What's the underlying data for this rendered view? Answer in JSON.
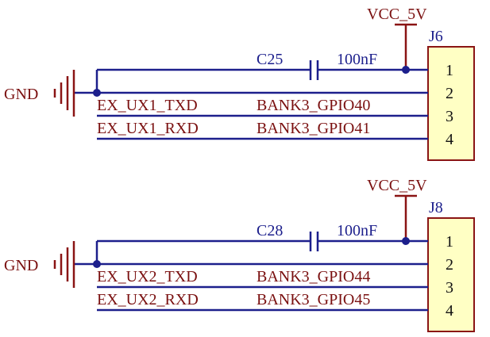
{
  "blocks": [
    {
      "vcc_label": "VCC_5V",
      "connector_ref": "J6",
      "cap_ref": "C25",
      "cap_value": "100nF",
      "gnd_label": "GND",
      "pins": [
        "1",
        "2",
        "3",
        "4"
      ],
      "nets": [
        {
          "left": "EX_UX1_TXD",
          "right": "BANK3_GPIO40"
        },
        {
          "left": "EX_UX1_RXD",
          "right": "BANK3_GPIO41"
        }
      ]
    },
    {
      "vcc_label": "VCC_5V",
      "connector_ref": "J8",
      "cap_ref": "C28",
      "cap_value": "100nF",
      "gnd_label": "GND",
      "pins": [
        "1",
        "2",
        "3",
        "4"
      ],
      "nets": [
        {
          "left": "EX_UX2_TXD",
          "right": "BANK3_GPIO44"
        },
        {
          "left": "EX_UX2_RXD",
          "right": "BANK3_GPIO45"
        }
      ]
    }
  ],
  "colors": {
    "wire": "#1c1f8c",
    "power": "#8a1414",
    "label_red": "#7a1010",
    "connector_fill": "#ffffc4"
  }
}
